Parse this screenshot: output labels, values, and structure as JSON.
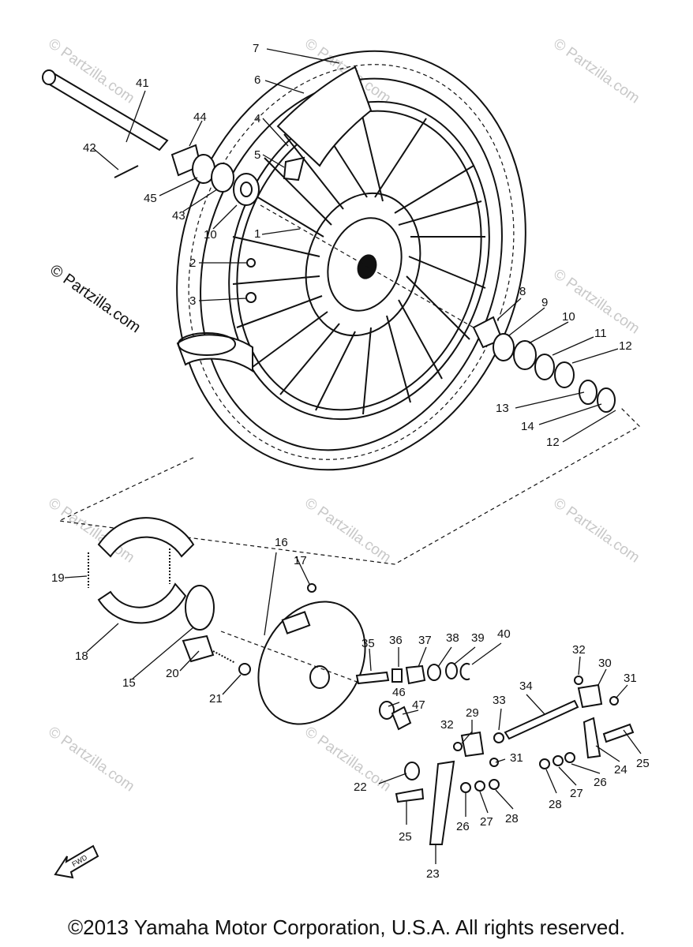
{
  "diagram": {
    "part_labels": [
      "7",
      "6",
      "41",
      "44",
      "4",
      "42",
      "5",
      "45",
      "43",
      "10",
      "1",
      "2",
      "3",
      "8",
      "9",
      "10",
      "11",
      "12",
      "13",
      "14",
      "12",
      "16",
      "17",
      "19",
      "18",
      "15",
      "20",
      "21",
      "35",
      "36",
      "37",
      "38",
      "39",
      "40",
      "32",
      "30",
      "31",
      "34",
      "46",
      "47",
      "33",
      "29",
      "32",
      "31",
      "22",
      "25",
      "26",
      "27",
      "28",
      "23",
      "28",
      "27",
      "26",
      "24",
      "25"
    ],
    "watermarks": [
      "© Partzilla.com",
      "© Partzilla.com",
      "© Partzilla.com",
      "© Partzilla.com",
      "© Partzilla.com",
      "© Partzilla.com",
      "© Partzilla.com",
      "© Partzilla.com",
      "© Partzilla.com"
    ],
    "side_watermark": "© Partzilla.com",
    "fwd_mark": "FWD"
  },
  "footer": {
    "copyright": "©2013 Yamaha Motor Corporation, U.S.A. All rights reserved."
  }
}
